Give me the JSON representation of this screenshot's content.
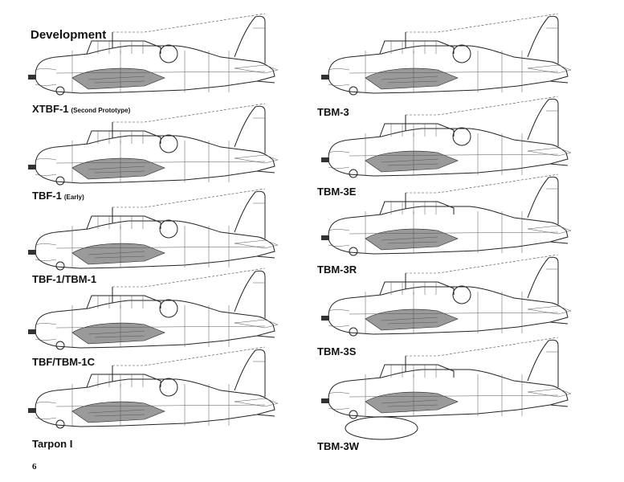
{
  "heading": "Development",
  "page_number": "6",
  "left_column": [
    {
      "name": "XTBF-1",
      "note": "(Second Prototype)"
    },
    {
      "name": "TBF-1",
      "note": "(Early)"
    },
    {
      "name": "TBF-1/TBM-1",
      "note": ""
    },
    {
      "name": "TBF/TBM-1C",
      "note": ""
    },
    {
      "name": "Tarpon I",
      "note": ""
    }
  ],
  "right_column": [
    {
      "name": "TBM-3",
      "note": ""
    },
    {
      "name": "TBM-3E",
      "note": ""
    },
    {
      "name": "TBM-3R",
      "note": ""
    },
    {
      "name": "TBM-3S",
      "note": ""
    },
    {
      "name": "TBM-3W",
      "note": ""
    }
  ]
}
